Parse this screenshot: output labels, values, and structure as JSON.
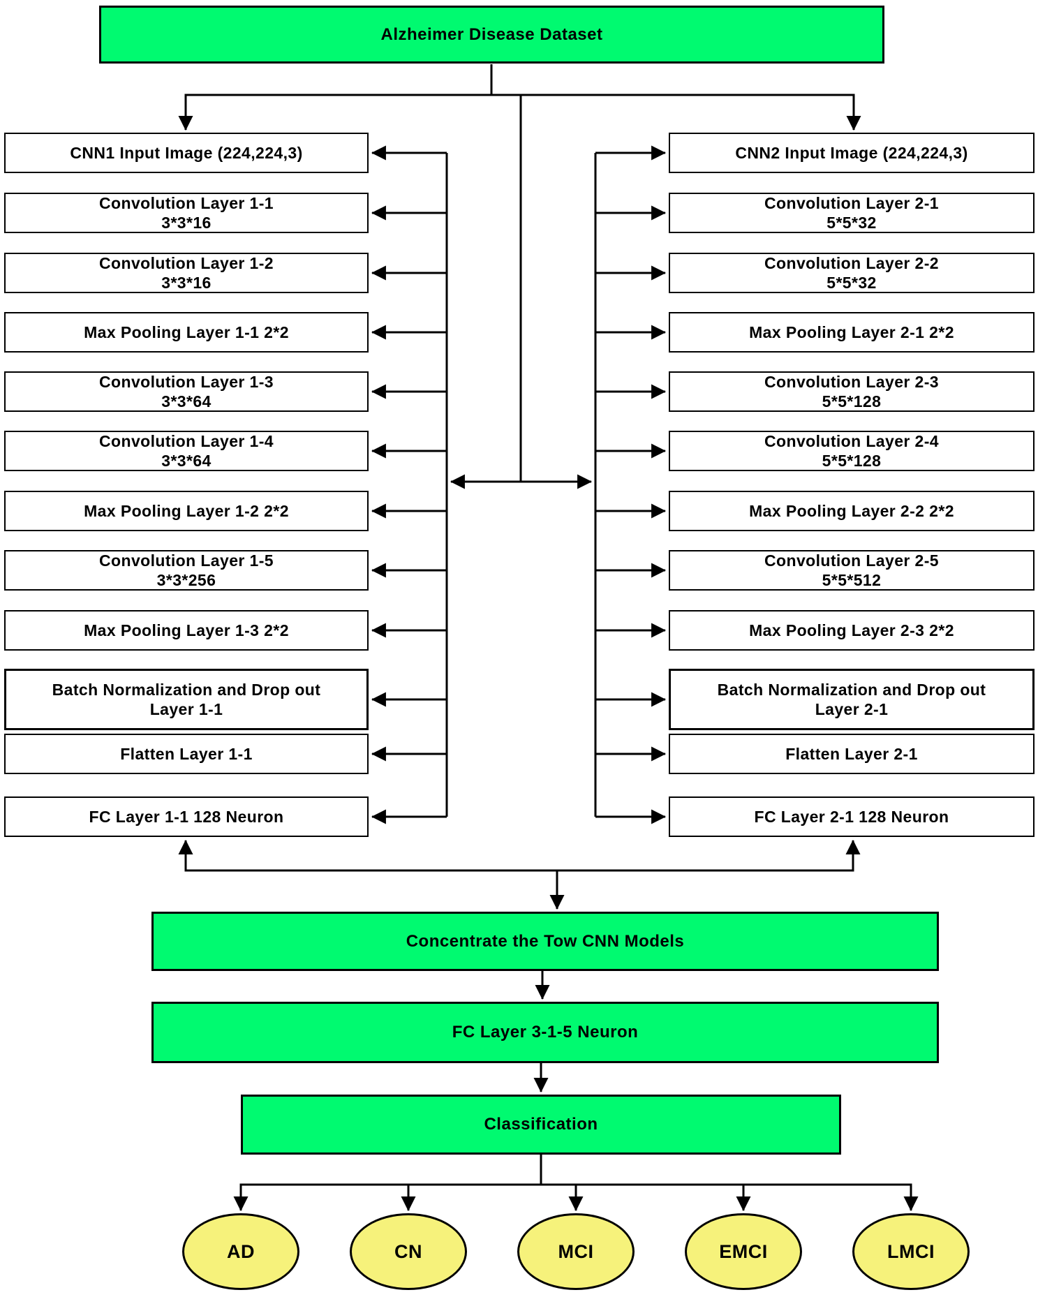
{
  "colors": {
    "green": "#00fa70",
    "yellow": "#f6f27b",
    "border": "#000000"
  },
  "dataset": {
    "label": "Alzheimer Disease Dataset"
  },
  "left_column": {
    "boxes": [
      {
        "line1": "CNN1 Input Image (224,224,3)",
        "line2": ""
      },
      {
        "line1": "Convolution Layer 1-1",
        "line2": "3*3*16"
      },
      {
        "line1": "Convolution Layer 1-2",
        "line2": "3*3*16"
      },
      {
        "line1": "Max Pooling Layer 1-1 2*2",
        "line2": ""
      },
      {
        "line1": "Convolution Layer 1-3",
        "line2": "3*3*64"
      },
      {
        "line1": "Convolution Layer 1-4",
        "line2": "3*3*64"
      },
      {
        "line1": "Max Pooling Layer 1-2 2*2",
        "line2": ""
      },
      {
        "line1": "Convolution Layer 1-5",
        "line2": "3*3*256"
      },
      {
        "line1": "Max Pooling Layer 1-3 2*2",
        "line2": ""
      },
      {
        "line1": "Batch Normalization and Drop out",
        "line2": "Layer 1-1"
      },
      {
        "line1": "Flatten Layer 1-1",
        "line2": ""
      },
      {
        "line1": "FC Layer 1-1 128 Neuron",
        "line2": ""
      }
    ]
  },
  "right_column": {
    "boxes": [
      {
        "line1": "CNN2 Input Image (224,224,3)",
        "line2": ""
      },
      {
        "line1": "Convolution Layer 2-1",
        "line2": "5*5*32"
      },
      {
        "line1": "Convolution Layer 2-2",
        "line2": "5*5*32"
      },
      {
        "line1": "Max Pooling Layer 2-1 2*2",
        "line2": ""
      },
      {
        "line1": "Convolution Layer 2-3",
        "line2": "5*5*128"
      },
      {
        "line1": "Convolution Layer 2-4",
        "line2": "5*5*128"
      },
      {
        "line1": "Max Pooling Layer 2-2 2*2",
        "line2": ""
      },
      {
        "line1": "Convolution Layer 2-5",
        "line2": "5*5*512"
      },
      {
        "line1": "Max Pooling Layer 2-3 2*2",
        "line2": ""
      },
      {
        "line1": "Batch Normalization and Drop out",
        "line2": "Layer 2-1"
      },
      {
        "line1": "Flatten Layer 2-1",
        "line2": ""
      },
      {
        "line1": "FC Layer 2-1 128 Neuron",
        "line2": ""
      }
    ]
  },
  "bottom": {
    "concentrate": "Concentrate the Tow CNN Models",
    "fc": "FC Layer 3-1-5 Neuron",
    "classification": "Classification"
  },
  "classes": [
    {
      "label": "AD"
    },
    {
      "label": "CN"
    },
    {
      "label": "MCI"
    },
    {
      "label": "EMCI"
    },
    {
      "label": "LMCI"
    }
  ]
}
